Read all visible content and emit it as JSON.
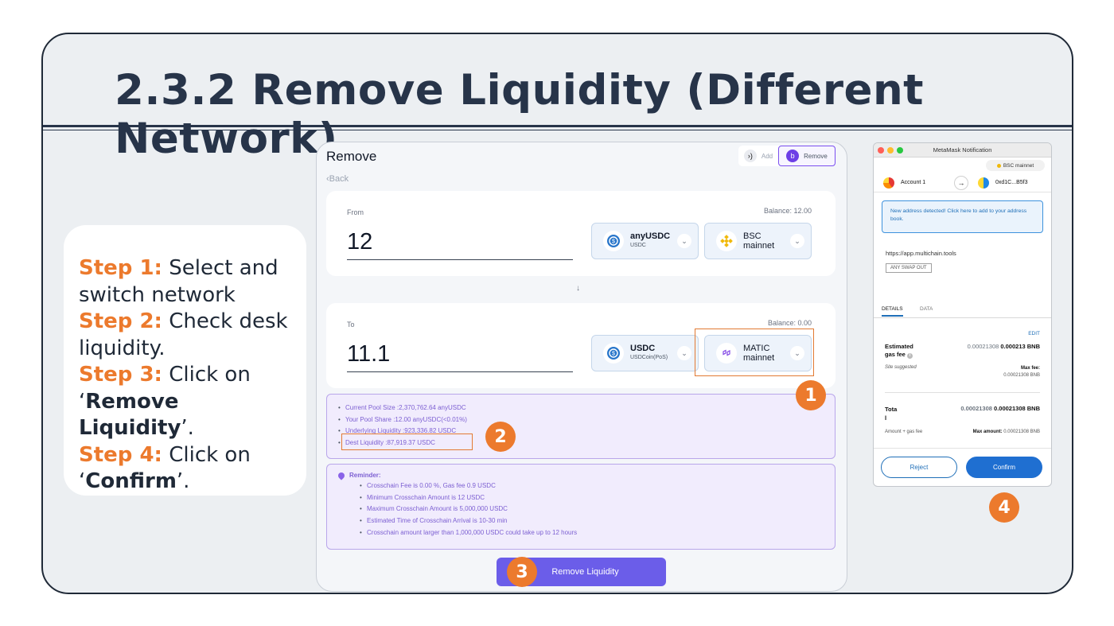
{
  "slide": {
    "title": "2.3.2 Remove Liquidity (Different Network)",
    "steps": [
      {
        "key": "Step 1:",
        "text": " Select and switch network"
      },
      {
        "key": "Step 2:",
        "text": " Check desk liquidity."
      },
      {
        "key": "Step 3:",
        "text_before": " Click on ‘",
        "bold": "Remove Liquidity",
        "text_after": "’."
      },
      {
        "key": "Step 4:",
        "text_before": " Click on ‘",
        "bold": "Confirm",
        "text_after": "’."
      }
    ],
    "badges": [
      "1",
      "2",
      "3",
      "4"
    ]
  },
  "remove_panel": {
    "title": "Remove",
    "tabs": {
      "add": "Add",
      "remove": "Remove"
    },
    "back": "‹Back",
    "from": {
      "label": "From",
      "balance": "Balance: 12.00",
      "amount": "12",
      "token": {
        "symbol": "anyUSDC",
        "name": "USDC",
        "icon": "usdc-icon"
      },
      "network": {
        "name": "BSC mainnet",
        "icon": "bsc-icon"
      }
    },
    "to": {
      "label": "To",
      "balance": "Balance: 0.00",
      "amount": "11.1",
      "token": {
        "symbol": "USDC",
        "name": "USDCoin(PoS)",
        "icon": "usdc-icon"
      },
      "network": {
        "name": "MATIC mainnet",
        "icon": "matic-icon"
      }
    },
    "pool_info": [
      "Current Pool Size :2,370,762.64 anyUSDC",
      "Your Pool Share :12.00 anyUSDC(<0.01%)",
      "Underlying Liquidity :923,336.82 USDC",
      "Dest Liquidity :87,919.37 USDC"
    ],
    "reminder": {
      "title": "Reminder:",
      "items": [
        "Crosschain Fee is 0.00 %, Gas fee 0.9 USDC",
        "Minimum Crosschain Amount is 12 USDC",
        "Maximum Crosschain Amount is 5,000,000 USDC",
        "Estimated Time of Crosschain Arrival is 10-30 min",
        "Crosschain amount larger than 1,000,000 USDC could take up to 12 hours"
      ]
    },
    "button": "Remove Liquidity"
  },
  "metamask": {
    "window_title": "MetaMask Notification",
    "network": "BSC mainnet",
    "account": "Account 1",
    "to_address": "0xd1C...B5f3",
    "notice": "New address detected! Click here to add to your address book.",
    "origin": "https://app.multichain.tools",
    "method": "ANY SWAP OUT",
    "tabs": [
      "DETAILS",
      "DATA"
    ],
    "edit": "EDIT",
    "gas_label_1": "Estimated",
    "gas_label_2": "gas fee",
    "gas_value_gray": "0.00021308",
    "gas_value": "0.000213 BNB",
    "site_suggested": "Site suggested",
    "max_fee_label": "Max fee:",
    "max_fee_value": "0.00021308 BNB",
    "total_label_1": "Tota",
    "total_label_2": "l",
    "total_value_gray": "0.00021308",
    "total_value": "0.00021308 BNB",
    "amount_gas": "Amount + gas fee",
    "max_amount_label": "Max amount:",
    "max_amount_value": "0.00021308 BNB",
    "reject": "Reject",
    "confirm": "Confirm"
  },
  "colors": {
    "accent": "#ec7a2d",
    "title": "#273449",
    "primary_button": "#6b5de9",
    "metamask_blue": "#1f6fd1"
  }
}
